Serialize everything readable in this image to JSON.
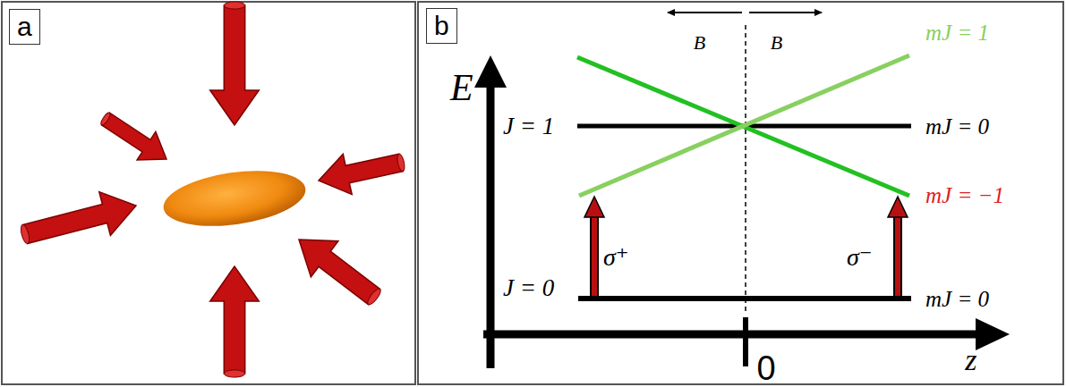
{
  "diagram": {
    "labels": [
      "a",
      "b",
      "E",
      "B⃗",
      "B⃗",
      "mJ = 1",
      "J = 1",
      "mJ = 0",
      "mJ = −1",
      "σ⁺",
      "σ⁻",
      "J = 0",
      "mJ = 0",
      "0",
      "z⃗"
    ]
  }
}
